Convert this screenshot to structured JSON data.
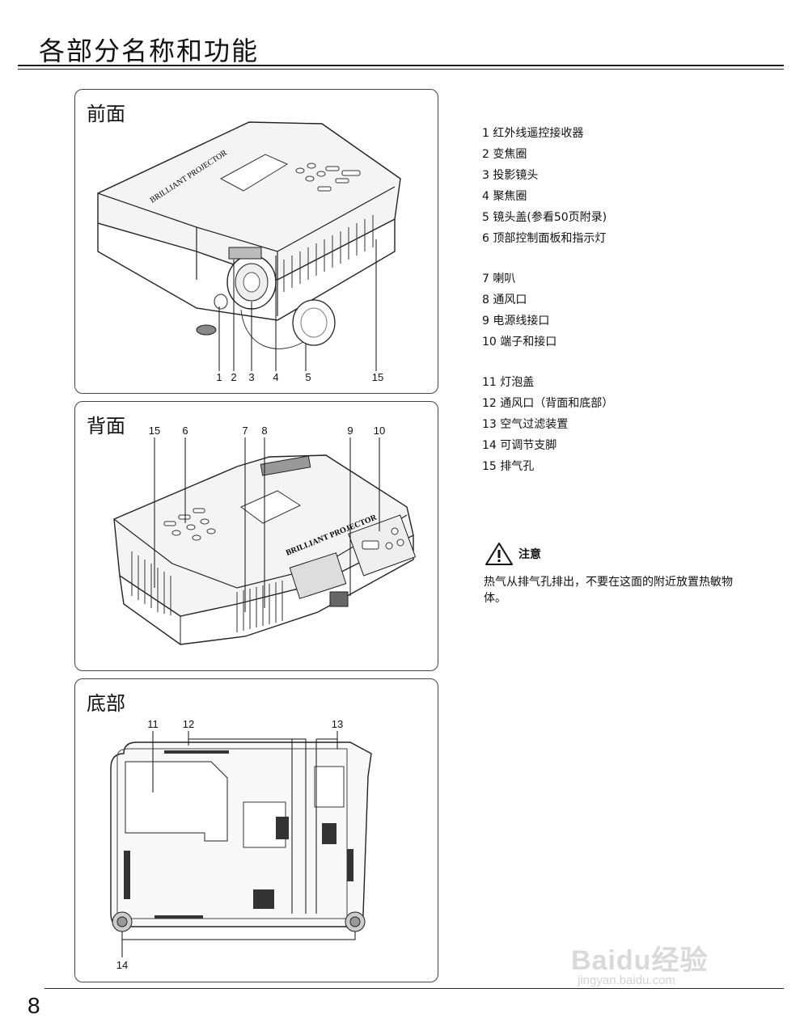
{
  "page": {
    "title": "各部分名称和功能",
    "number": "8"
  },
  "panels": {
    "front": {
      "title": "前面",
      "callouts": [
        "1",
        "2",
        "3",
        "4",
        "5",
        "15"
      ],
      "brand": "BRILLIANT PROJECTOR"
    },
    "back": {
      "title": "背面",
      "callouts": [
        "15",
        "6",
        "7",
        "8",
        "9",
        "10"
      ],
      "brand": "BRILLIANT PROJECTOR"
    },
    "bottom": {
      "title": "底部",
      "callouts": [
        "11",
        "12",
        "13",
        "14"
      ]
    }
  },
  "parts": [
    {
      "num": "1",
      "label": "红外线遥控接收器"
    },
    {
      "num": "2",
      "label": "变焦圈"
    },
    {
      "num": "3",
      "label": "投影镜头"
    },
    {
      "num": "4",
      "label": "聚焦圈"
    },
    {
      "num": "5",
      "label": "镜头盖(参看50页附录)"
    },
    {
      "num": "6",
      "label": "顶部控制面板和指示灯"
    },
    {
      "num": "7",
      "label": "喇叭"
    },
    {
      "num": "8",
      "label": "通风口"
    },
    {
      "num": "9",
      "label": "电源线接口"
    },
    {
      "num": "10",
      "label": "端子和接口"
    },
    {
      "num": "11",
      "label": "灯泡盖"
    },
    {
      "num": "12",
      "label": "通风口（背面和底部）"
    },
    {
      "num": "13",
      "label": "空气过滤装置"
    },
    {
      "num": "14",
      "label": "可调节支脚"
    },
    {
      "num": "15",
      "label": "排气孔"
    }
  ],
  "caution": {
    "title": "注意",
    "text": "热气从排气孔排出，不要在这面的附近放置热敏物体。"
  },
  "watermark": {
    "main": "Baidu经验",
    "sub": "jingyan.baidu.com"
  }
}
